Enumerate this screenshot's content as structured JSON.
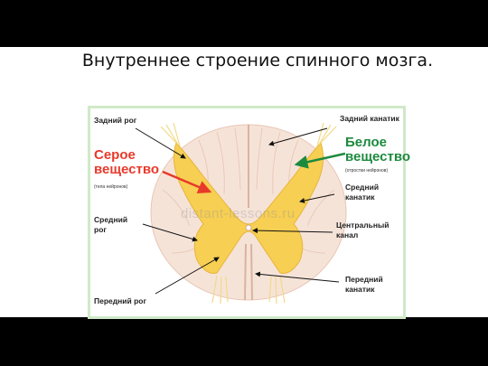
{
  "slide": {
    "title": "Внутреннее строение спинного мозга."
  },
  "diagram": {
    "labels": {
      "dorsal_horn": "Задний рог",
      "gray_matter": "Серое вещество",
      "gray_matter_note": "(тела нейронов)",
      "lateral_horn": "Средний рог",
      "ventral_horn": "Передний рог",
      "dorsal_funiculus": "Задний канатик",
      "white_matter": "Белое вещество",
      "white_matter_note": "(отростки нейронов)",
      "lateral_funiculus": "Средний канатик",
      "central_canal": "Центральный канал",
      "ventral_funiculus": "Передний канатик"
    },
    "watermark": "distant-lessons.ru",
    "colors": {
      "gray_matter_label": "#e8392b",
      "white_matter_label": "#1c8a3e",
      "gray_matter_fill": "#f7cf52",
      "white_matter_fill": "#f6e3d8",
      "frame": "#cfe9c9"
    }
  }
}
